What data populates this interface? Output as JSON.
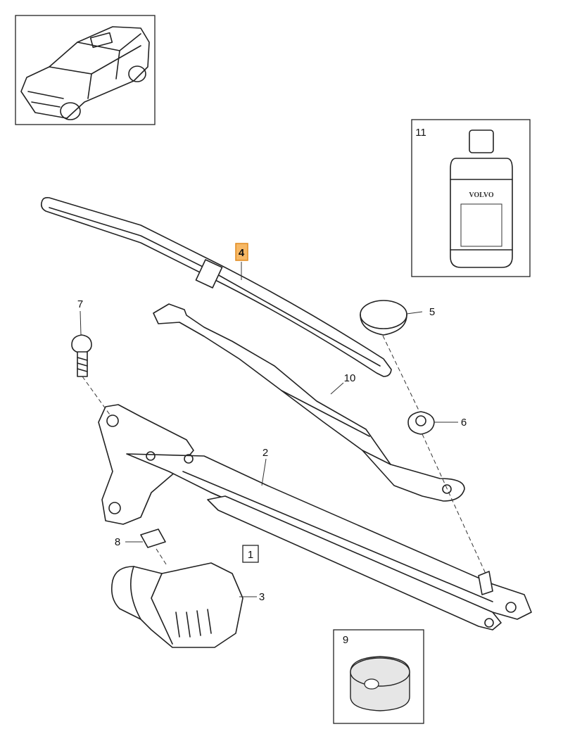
{
  "diagram": {
    "callouts": {
      "c1": "1",
      "c2": "2",
      "c3": "3",
      "c4": "4",
      "c5": "5",
      "c6": "6",
      "c7": "7",
      "c8": "8",
      "c9": "9",
      "c10": "10",
      "c11": "11"
    },
    "highlighted_callout": "4",
    "highlight_color": "#f7b865",
    "bottle_brand": "VOLVO"
  }
}
